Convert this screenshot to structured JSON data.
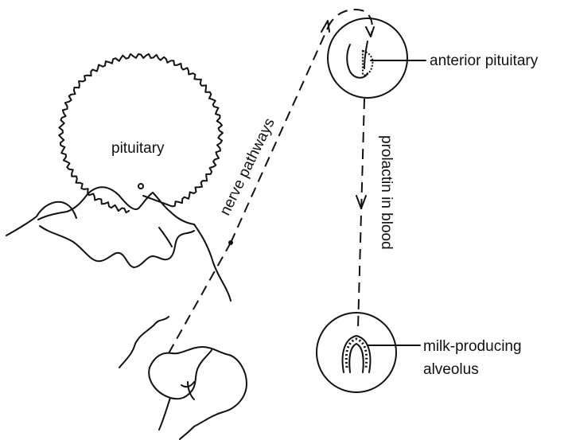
{
  "labels": {
    "pituitary": "pituitary",
    "nerve_pathways": "nerve pathways",
    "anterior_pituitary": "anterior pituitary",
    "prolactin_in_blood": "prolactin in blood",
    "milk_producing_1": "milk-producing",
    "milk_producing_2": "alveolus"
  },
  "colors": {
    "ink": "#111111",
    "background": "#ffffff"
  }
}
